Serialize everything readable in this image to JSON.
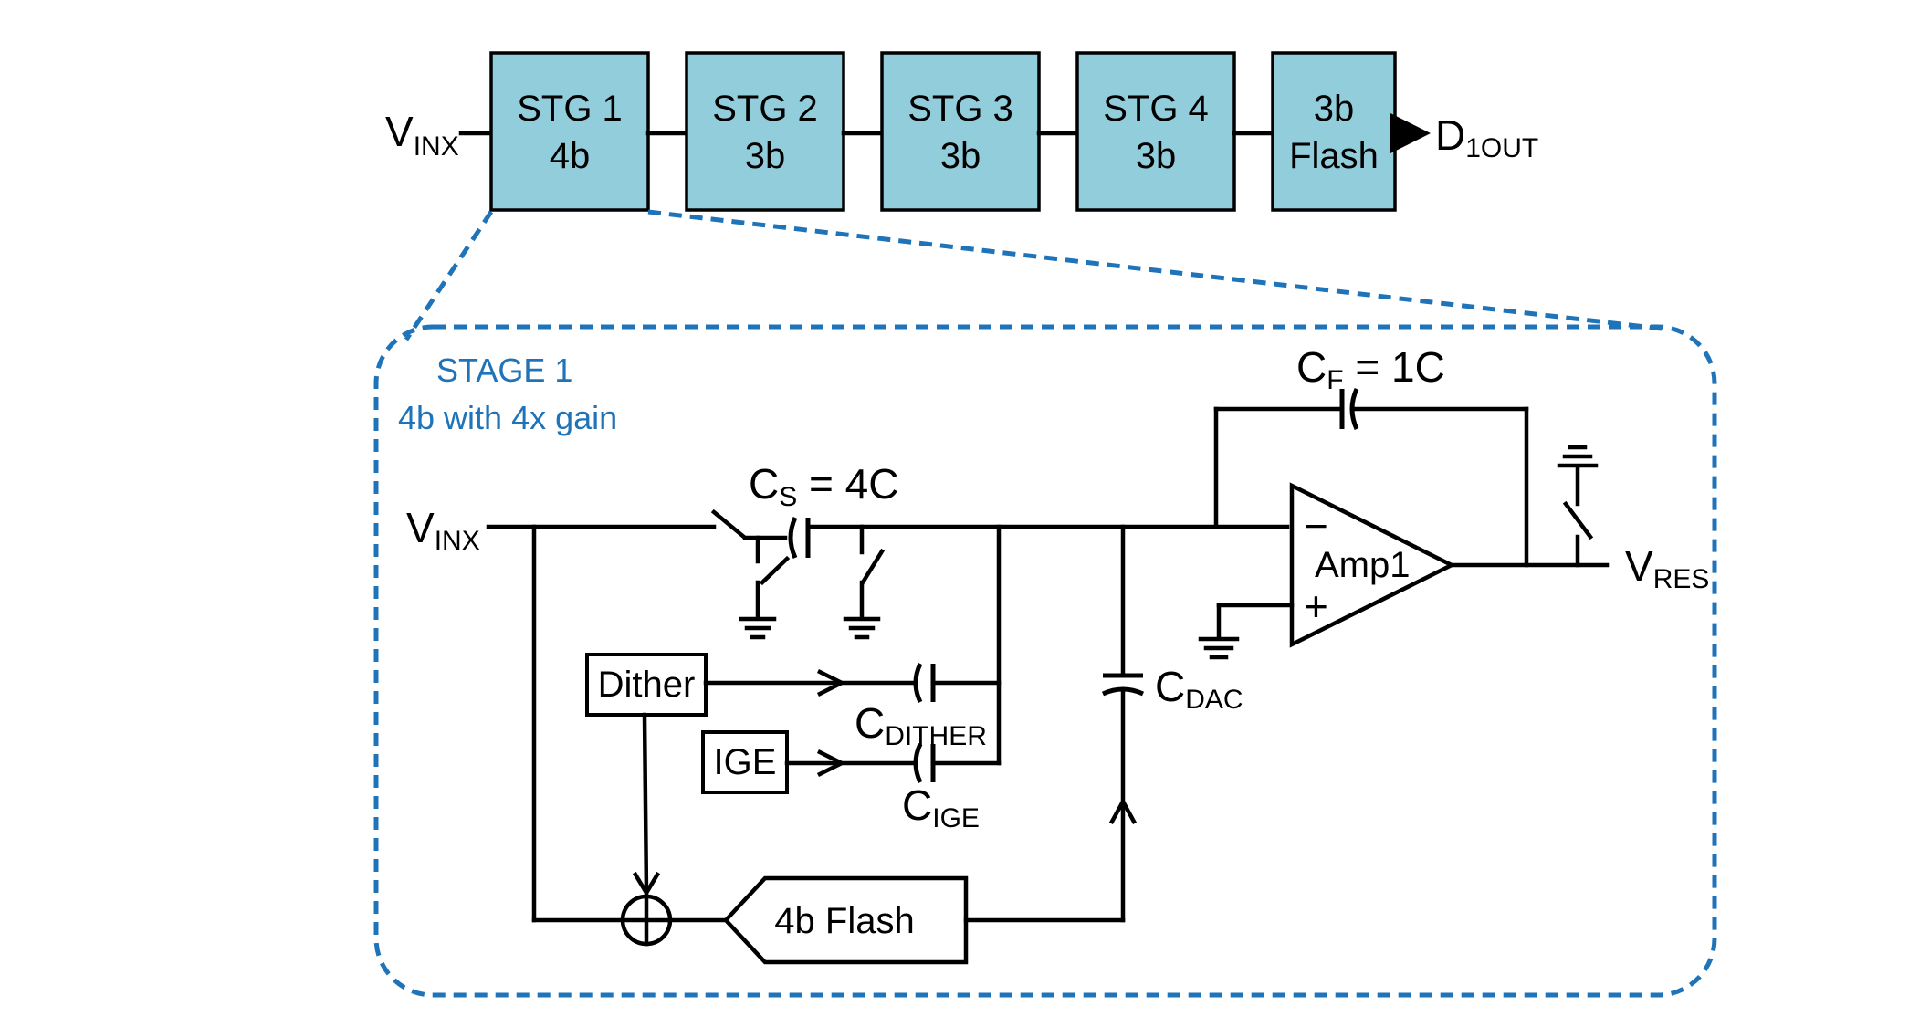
{
  "pipeline": {
    "input": {
      "main": "V",
      "sub": "INX"
    },
    "output": {
      "main": "D",
      "sub": "1OUT"
    },
    "stages": [
      {
        "line1": "STG 1",
        "line2": "4b"
      },
      {
        "line1": "STG 2",
        "line2": "3b"
      },
      {
        "line1": "STG 3",
        "line2": "3b"
      },
      {
        "line1": "STG 4",
        "line2": "3b"
      },
      {
        "line1": "3b",
        "line2": "Flash"
      }
    ]
  },
  "stage1": {
    "title": "STAGE 1",
    "subtitle": "4b with 4x gain",
    "input": {
      "main": "V",
      "sub": "INX"
    },
    "output": {
      "main": "V",
      "sub": "RES"
    },
    "cs": {
      "main": "C",
      "sub": "S",
      "value": " = 4C"
    },
    "cf": {
      "main": "C",
      "sub": "F",
      "value": " = 1C"
    },
    "cdac": {
      "main": "C",
      "sub": "DAC"
    },
    "cdither": {
      "main": "C",
      "sub": "DITHER"
    },
    "cige": {
      "main": "C",
      "sub": "IGE"
    },
    "amp": "Amp1",
    "amp_minus": "−",
    "amp_plus": "+",
    "dither": "Dither",
    "ige": "IGE",
    "flash": "4b Flash"
  },
  "colors": {
    "stage_fill": "#92cddc",
    "accent": "#1f73b8",
    "line": "#000000"
  }
}
